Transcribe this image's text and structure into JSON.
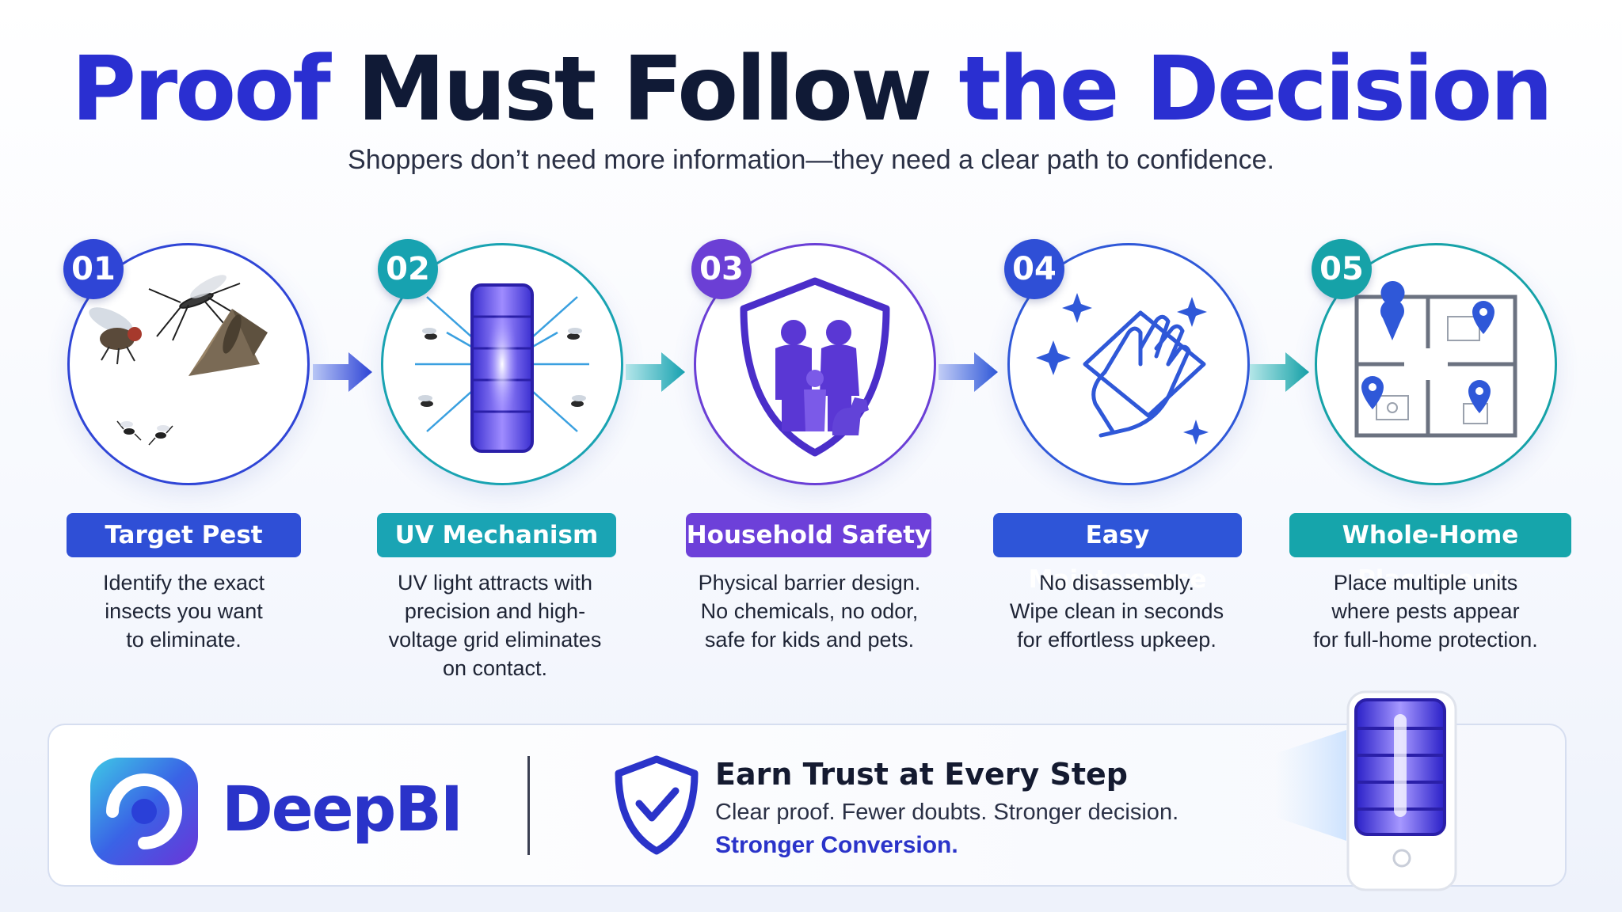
{
  "header": {
    "title_part1": "Proof",
    "title_part2": "Must Follow",
    "title_part3": "the Decision",
    "subtitle": "Shoppers don’t need more information—they need a clear path to confidence."
  },
  "steps": [
    {
      "number": "01",
      "label": "Target Pest",
      "desc": [
        "Identify the exact",
        "insects you want",
        "to eliminate."
      ],
      "color": "#2f45d6",
      "icon": "insects-icon"
    },
    {
      "number": "02",
      "label": "UV Mechanism",
      "desc": [
        "UV light attracts with",
        "precision and high-",
        "voltage grid eliminates",
        "on contact."
      ],
      "color": "#1a9fb3",
      "icon": "uv-lamp-icon"
    },
    {
      "number": "03",
      "label": "Household Safety",
      "desc": [
        "Physical barrier design.",
        "No chemicals, no odor,",
        "safe for kids and pets."
      ],
      "color": "#6a3fd6",
      "icon": "family-shield-icon"
    },
    {
      "number": "04",
      "label": "Easy Maintenance",
      "desc": [
        "No disassembly.",
        "Wipe clean in seconds",
        "for effortless upkeep."
      ],
      "color": "#2f58d8",
      "icon": "wipe-hand-icon"
    },
    {
      "number": "05",
      "label": "Whole-Home Placement",
      "desc": [
        "Place multiple units",
        "where pests appear",
        "for full-home protection."
      ],
      "color": "#16a2a8",
      "icon": "floor-plan-icon"
    }
  ],
  "footer": {
    "brand": "DeepBI",
    "trust_title": "Earn Trust at Every Step",
    "trust_line": "Clear proof. Fewer doubts. Stronger decision.",
    "trust_accent": "Stronger Conversion."
  }
}
